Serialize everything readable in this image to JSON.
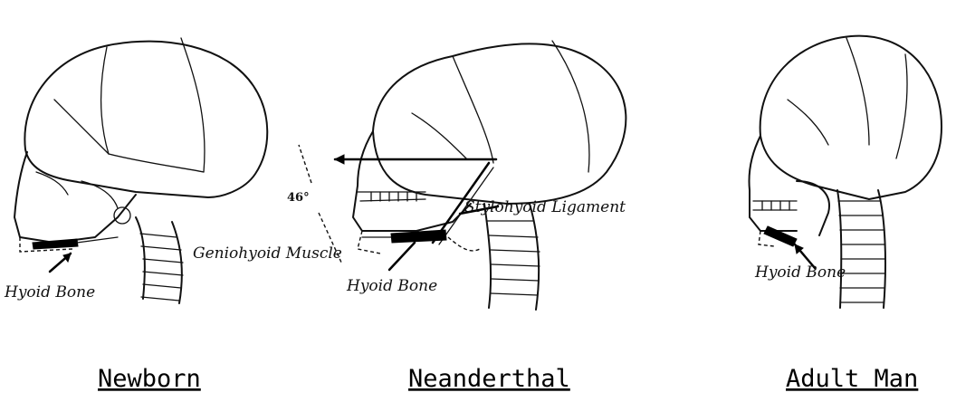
{
  "panels": [
    {
      "caption": "Newborn",
      "labels": {
        "hyoid": "Hyoid Bone",
        "geniohyoid": "Geniohyoid Muscle"
      }
    },
    {
      "caption": "Neanderthal",
      "labels": {
        "angle": "46°",
        "stylohyoid": "Stylohyoid Ligament",
        "hyoid": "Hyoid Bone"
      }
    },
    {
      "caption": "Adult Man",
      "labels": {
        "hyoid": "Hyoid Bone"
      }
    }
  ]
}
